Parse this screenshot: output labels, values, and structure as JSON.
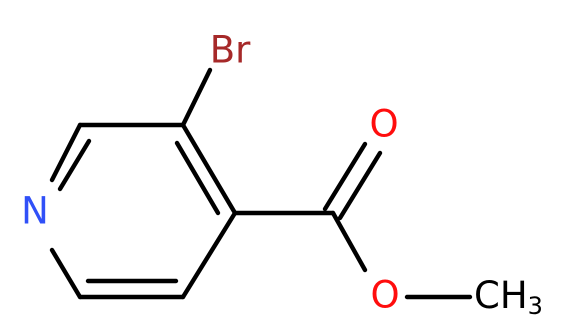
{
  "molecule": {
    "atoms": {
      "br": {
        "text": "Br",
        "color": "#a62929"
      },
      "n": {
        "text": "N",
        "color": "#3050f8"
      },
      "o_carbonyl": {
        "text": "O",
        "color": "#ff0d0d"
      },
      "o_ester": {
        "text": "O",
        "color": "#ff0d0d"
      },
      "methyl": {
        "text": "CH",
        "subscript": "3",
        "color": "#000000"
      }
    },
    "bond_color": "#000000"
  }
}
